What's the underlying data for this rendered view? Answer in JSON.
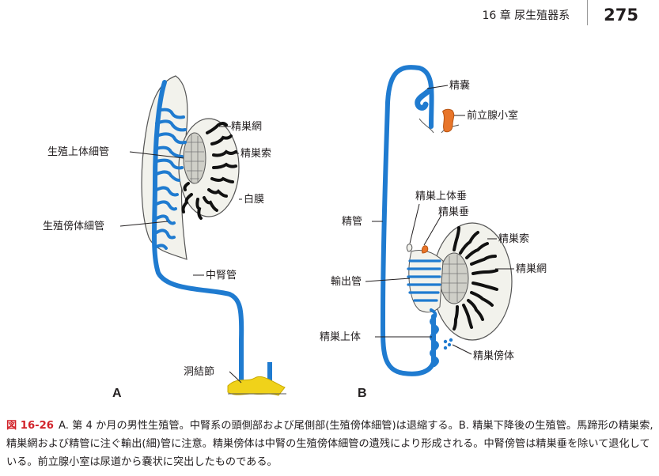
{
  "header": {
    "chapter": "16 章 尿生殖器系",
    "page_number": "275"
  },
  "diagram_a": {
    "panel_label": "A",
    "labels": {
      "rete_testis": "精巣網",
      "efferent_ductules": "生殖上体細管",
      "seminiferous_cords": "精巣索",
      "tunica_albuginea": "白膜",
      "paradidymal_tubules": "生殖傍体細管",
      "mesonephric_duct": "中腎管",
      "sinus_tubercle": "洞結節"
    }
  },
  "diagram_b": {
    "panel_label": "B",
    "labels": {
      "seminal_vesicle": "精嚢",
      "prostatic_utricle": "前立腺小室",
      "appendix_epididymis": "精巣上体垂",
      "appendix_testis": "精巣垂",
      "ductus_deferens": "精管",
      "seminiferous_cords": "精巣索",
      "rete_testis": "精巣網",
      "efferent_ductules": "輸出管",
      "epididymis": "精巣上体",
      "paradidymis": "精巣傍体"
    }
  },
  "colors": {
    "duct": "#1f7bd0",
    "orange": "#e8752a",
    "yellow": "#f0d21a",
    "testis_fill": "#f2f2ec",
    "caption_red": "#d2232a"
  },
  "caption": {
    "figure_number": "図 16-26",
    "text": "A. 第 4 か月の男性生殖管。中腎系の頭側部および尾側部(生殖傍体細管)は退縮する。B. 精巣下降後の生殖管。馬蹄形の精巣索, 精巣網および精管に注ぐ輸出(細)管に注意。精巣傍体は中腎の生殖傍体細管の遺残により形成される。中腎傍管は精巣垂を除いて退化している。前立腺小室は尿道から嚢状に突出したものである。"
  }
}
